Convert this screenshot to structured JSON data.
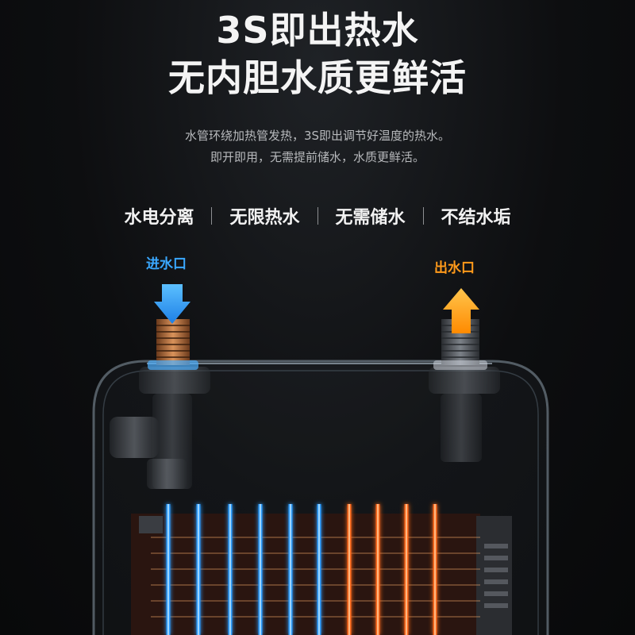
{
  "headline": {
    "line1": "3S即出热水",
    "line2": "无内胆水质更鲜活"
  },
  "description": {
    "line1": "水管环绕加热管发热，3S即出调节好温度的热水。",
    "line2": "即开即用，无需提前储水，水质更鲜活。"
  },
  "features": [
    "水电分离",
    "无限热水",
    "无需储水",
    "不结水垢"
  ],
  "diagram": {
    "inlet_label": "进水口",
    "outlet_label": "出水口"
  },
  "colors": {
    "background": "#0b0c0e",
    "inlet_blue": "#3aa8ff",
    "outlet_orange": "#ff9a1a",
    "heater_orange": "#ff5a14"
  },
  "icons": [
    "arrow-down-icon",
    "arrow-up-icon"
  ]
}
